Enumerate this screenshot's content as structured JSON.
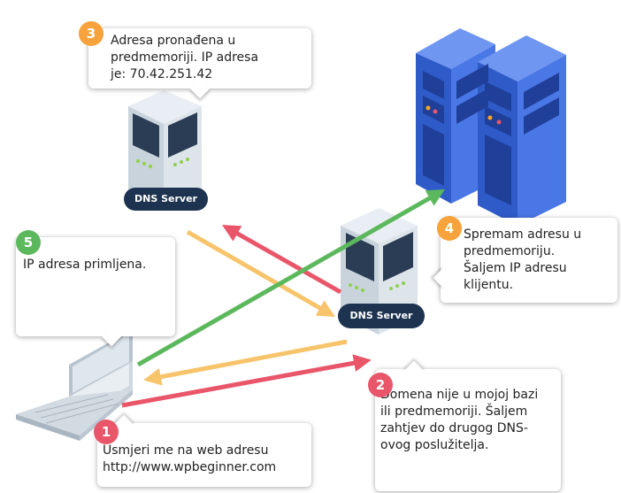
{
  "colors": {
    "orange": "#f7a23b",
    "green": "#5cb85c",
    "red": "#e9566a",
    "dns_label_bg": "#1d3350",
    "server_blue": "#3f6fe0"
  },
  "dns_servers": [
    {
      "label": "DNS Server"
    },
    {
      "label": "DNS Server"
    }
  ],
  "steps": [
    {
      "number": "1",
      "text": "Usmjeri me na web adresu\nhttp://www.wpbeginner.com"
    },
    {
      "number": "2",
      "text": "Domena nije u mojoj bazi\nili predmemoriji. Šaljem\nzahtjev do drugog DNS-\novog poslužitelja."
    },
    {
      "number": "3",
      "text": "Adresa pronađena u\npredmemoriji. IP adresa\nje: 70.42.251.42"
    },
    {
      "number": "4",
      "text": "Spremam adresu u\npredmemoriju.\nŠaljem IP adresu\nklijentu."
    },
    {
      "number": "5",
      "text": "IP adresa primljena."
    }
  ]
}
